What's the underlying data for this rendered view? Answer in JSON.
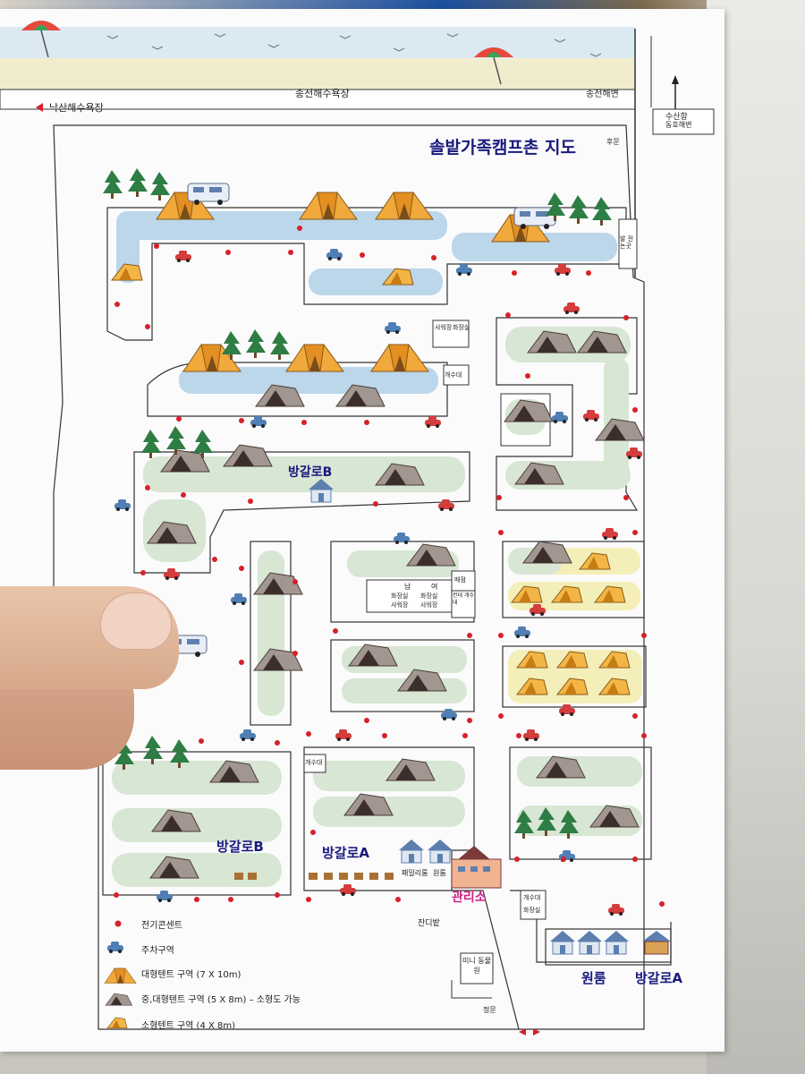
{
  "map": {
    "title": "솔밭가족캠프촌 지도",
    "title_note": "후문",
    "beaches": {
      "songjeon_beach": "송전해수욕장",
      "songjeon_shore": "송전해변",
      "naksan_beach": "낙산해수욕장"
    },
    "side_road": {
      "line1": "수산항",
      "line2": "동호해변"
    },
    "zones": {
      "bungalow_b_1": "방갈로B",
      "bungalow_b_2": "방갈로B",
      "bungalow_a_1": "방갈로A",
      "bungalow_a_2": "방갈로A",
      "one_room": "원룸",
      "office": "관리소",
      "lawn": "잔디밭",
      "main_gate": "정문"
    },
    "facilities": {
      "shower_1": "샤워장",
      "toilet_1": "화장실",
      "sink_1": "개수대",
      "men": "남",
      "women": "여",
      "toilet_m": "화장실",
      "shower_m": "샤워장",
      "toilet_w": "화장실",
      "shower_w": "샤워장",
      "store": "매점",
      "sink_2": "컨테 개수대",
      "sink_3": "개수대",
      "family_room": "패밀리룸",
      "one_room_small": "원룸",
      "sink_4": "개수대",
      "toilet_4": "화장실",
      "zoo": "미니 동물원",
      "rear_gate_cut": "발 전논곳"
    },
    "legend": {
      "power": "전기콘센트",
      "parking": "주차구역",
      "large": "대형텐트 구역 (7 X 10m)",
      "medium": "중,대형텐트 구역 (5 X 8m) – 소형도 가능",
      "small": "소형텐트 구역 (4 X 8m)"
    },
    "colors": {
      "power_dot": "#d7212a",
      "title": "#1a1a7e",
      "office": "#d41f86",
      "large_tent": "#f0a93a",
      "medium_tent": "#7a6a64",
      "small_tent": "#f3b646",
      "water": "#bcd6ea",
      "grass": "#d8e6d4"
    },
    "icons": [
      "umbrella-icon",
      "tent-large-icon",
      "tent-medium-icon",
      "tent-small-icon",
      "car-icon",
      "camper-icon",
      "tree-icon",
      "house-icon",
      "arrow-up-icon",
      "arrow-left-icon"
    ]
  }
}
